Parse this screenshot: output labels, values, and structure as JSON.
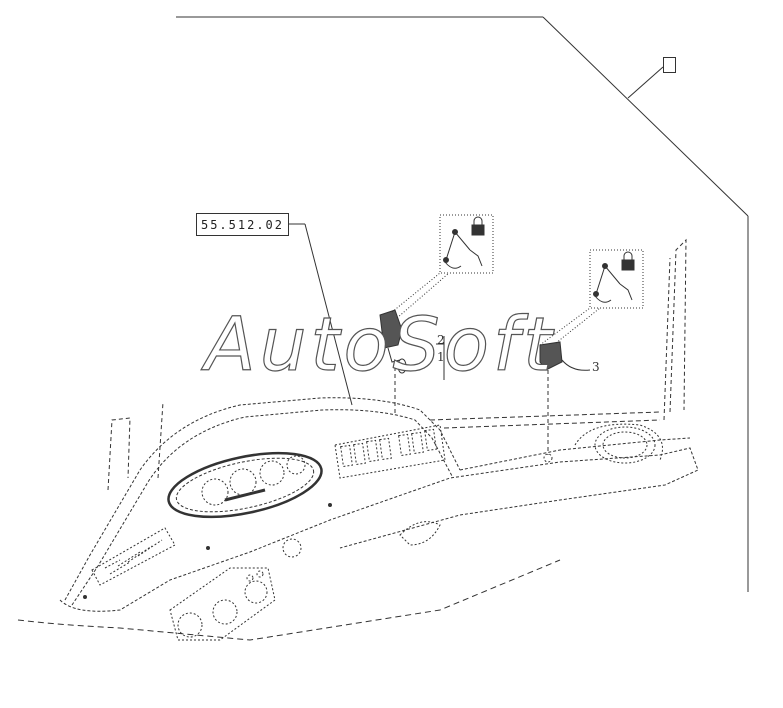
{
  "reference_label": "55.512.02",
  "sheet_marker": "",
  "callouts": {
    "item_1": "1",
    "item_2": "2",
    "item_3": "3"
  },
  "watermark": "AutoSoft",
  "colors": {
    "line": "#333333",
    "background": "#ffffff"
  },
  "icons": [
    "padlock-icon",
    "loader-arm-lock-icon"
  ]
}
